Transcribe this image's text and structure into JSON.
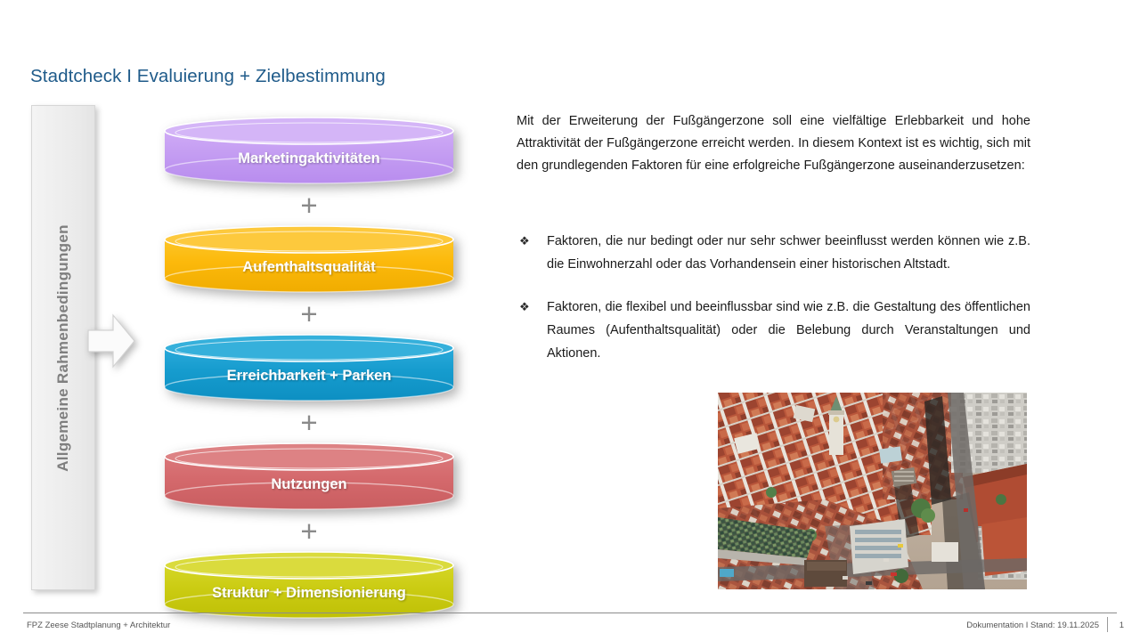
{
  "slide": {
    "title": "Stadtcheck I Evaluierung + Zielbestimmung"
  },
  "sidebar": {
    "label": "Allgemeine Rahmenbedingungen",
    "arrow_icon": "arrow-right-icon"
  },
  "stack": {
    "separator": "+",
    "items": [
      {
        "label": "Marketingaktivitäten",
        "color": "#c49df2",
        "top_color": "#d4b5f7",
        "edge_color": "#b684ec"
      },
      {
        "label": "Aufenthaltsqualität",
        "color": "#fcb90b",
        "top_color": "#fdc93d",
        "edge_color": "#e5a500"
      },
      {
        "label": "Erreichbarkeit + Parken",
        "color": "#169cce",
        "top_color": "#35b0db",
        "edge_color": "#0e87b4"
      },
      {
        "label": "Nutzungen",
        "color": "#d4696c",
        "top_color": "#dd8284",
        "edge_color": "#c25457"
      },
      {
        "label": "Struktur + Dimensionierung",
        "color": "#cbcc13",
        "top_color": "#dadb3d",
        "edge_color": "#b4b50c"
      }
    ]
  },
  "content": {
    "paragraph": "Mit der Erweiterung der Fußgängerzone soll eine vielfältige Erlebbarkeit und hohe Attraktivität der Fußgängerzone erreicht werden. In diesem Kontext ist es wichtig, sich mit den grundlegenden Faktoren für eine erfolgreiche Fußgängerzone auseinanderzusetzen:",
    "bullet_mark": "❖",
    "bullets": [
      "Faktoren, die nur bedingt oder nur sehr schwer beeinflusst werden können wie z.B. die Einwohnerzahl oder das Vorhandensein einer historischen Altstadt.",
      "Faktoren, die flexibel und beeinflussbar sind wie z.B. die Gestaltung des öffentlichen Raumes (Aufenthaltsqualität) oder die Belebung durch Veranstaltungen und Aktionen."
    ]
  },
  "photo": {
    "name": "aerial-photo-town-center"
  },
  "footer": {
    "left": "FPZ Zeese Stadtplanung + Architektur",
    "right": "Dokumentation I Stand: 19.11.2025",
    "page": "1"
  },
  "colors": {
    "title": "#1f5b8a",
    "side_bar_text": "#7f7f7f",
    "plus": "#8a8a8a"
  }
}
